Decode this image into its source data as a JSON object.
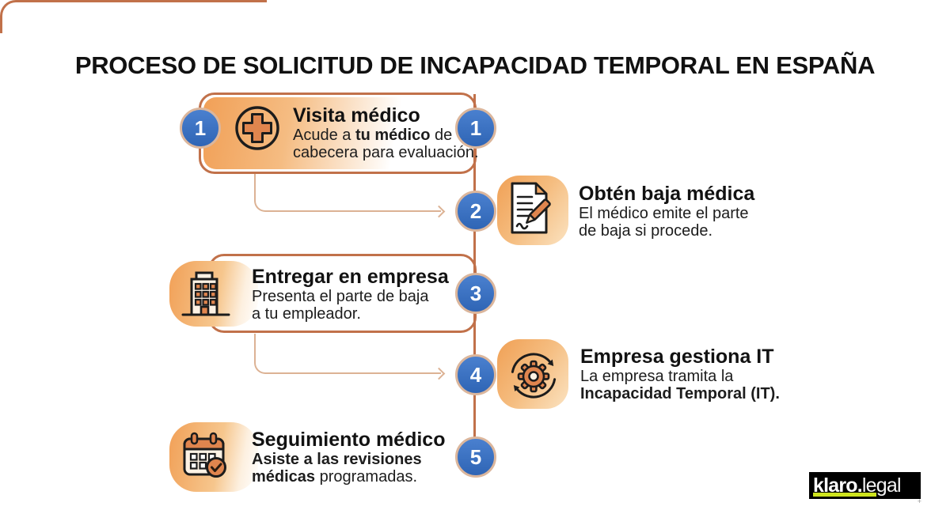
{
  "page": {
    "title": "PROCESO DE SOLICITUD DE INCAPACIDAD TEMPORAL EN ESPAÑA"
  },
  "colors": {
    "timeline_line": "#c1714a",
    "light_connector": "#dcb294",
    "badge_blue": "#3b72c3",
    "badge_ring": "#dbb69c",
    "icon_orange": "#e0854e",
    "icon_outline": "#1c1c1c",
    "gradient_orange": "#f1a057",
    "logo_underline": "#cde31d"
  },
  "steps": [
    {
      "number": "1",
      "icon": "medical-cross-icon",
      "title": "Visita médico",
      "desc": [
        [
          {
            "text": "Acude a ",
            "bold": false
          },
          {
            "text": "tu médico",
            "bold": true
          },
          {
            "text": " de",
            "bold": false
          }
        ],
        [
          {
            "text": "cabecera para evaluación.",
            "bold": false
          }
        ]
      ]
    },
    {
      "number": "2",
      "icon": "medical-leave-document-icon",
      "title": "Obtén baja médica",
      "desc": [
        [
          {
            "text": "El médico emite el parte",
            "bold": false
          }
        ],
        [
          {
            "text": "de baja si procede.",
            "bold": false
          }
        ]
      ]
    },
    {
      "number": "3",
      "icon": "company-building-icon",
      "title": "Entregar en empresa",
      "desc": [
        [
          {
            "text": "Presenta el parte de baja",
            "bold": false
          }
        ],
        [
          {
            "text": "a tu empleador.",
            "bold": false
          }
        ]
      ]
    },
    {
      "number": "4",
      "icon": "process-cycle-gear-icon",
      "title": "Empresa gestiona IT",
      "desc": [
        [
          {
            "text": "La empresa tramita la",
            "bold": false
          }
        ],
        [
          {
            "text": "Incapacidad Temporal (IT).",
            "bold": true
          }
        ]
      ]
    },
    {
      "number": "5",
      "icon": "calendar-check-icon",
      "title": "Seguimiento médico",
      "desc": [
        [
          {
            "text": "Asiste a las revisiones",
            "bold": true
          }
        ],
        [
          {
            "text": "médicas",
            "bold": true
          },
          {
            "text": " programadas.",
            "bold": false
          }
        ]
      ]
    }
  ],
  "logo": {
    "brand_bold": "klaro",
    "brand_dot": ".",
    "brand_light": "legal",
    "mark": "+"
  }
}
